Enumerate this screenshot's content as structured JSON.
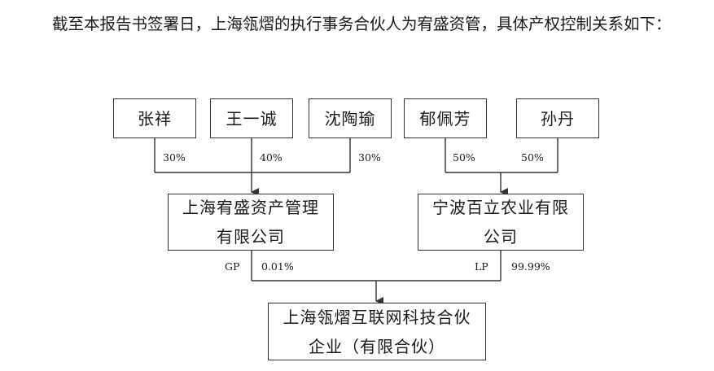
{
  "intro_text": "截至本报告书签署日，上海瓴熠的执行事务合伙人为宥盛资管，具体产权控制关系如下：",
  "shareholders": [
    {
      "name": "张祥",
      "pct": "30%"
    },
    {
      "name": "王一诚",
      "pct": "40%"
    },
    {
      "name": "沈陶瑜",
      "pct": "30%"
    },
    {
      "name": "郁佩芳",
      "pct": "50%"
    },
    {
      "name": "孙丹",
      "pct": "50%"
    }
  ],
  "gp_entity": {
    "name": "上海宥盛资产管理有限公司",
    "role": "GP",
    "pct": "0.01%"
  },
  "lp_entity": {
    "name": "宁波百立农业有限公司",
    "role": "LP",
    "pct": "99.99%"
  },
  "target_entity": {
    "name": "上海瓴熠互联网科技合伙企业（有限合伙）"
  }
}
